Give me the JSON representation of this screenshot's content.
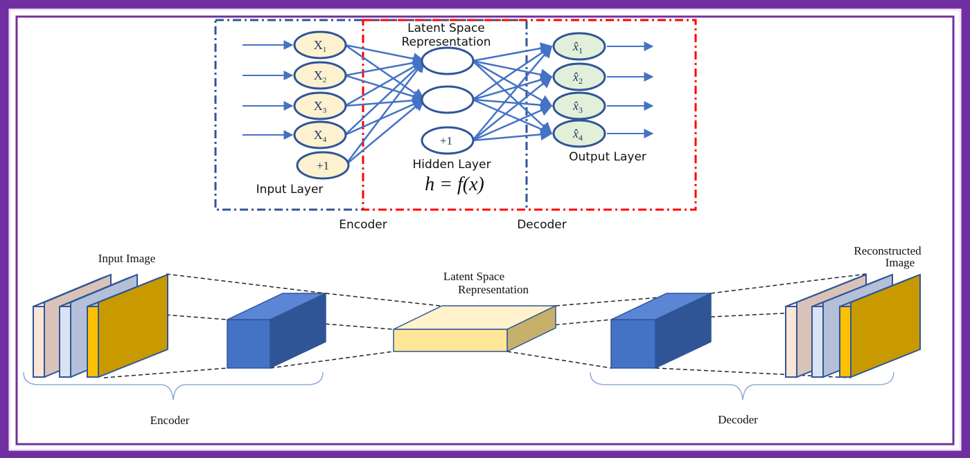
{
  "network": {
    "inputs": [
      "X",
      "X",
      "X",
      "X"
    ],
    "input_subs": [
      "1",
      "2",
      "3",
      "4"
    ],
    "bias_input": "+1",
    "bias_hidden": "+1",
    "outputs": [
      "x̂",
      "x̂",
      "x̂",
      "x̂"
    ],
    "output_subs": [
      "1",
      "2",
      "3",
      "4"
    ],
    "latent_line1": "Latent Space",
    "latent_line2": "Representation",
    "hidden_layer": "Hidden Layer",
    "hidden_formula": "h = f(x)",
    "input_layer": "Input Layer",
    "output_layer": "Output Layer",
    "encoder_label": "Encoder",
    "decoder_label": "Decoder"
  },
  "conv": {
    "input_image": "Input Image",
    "latent_line1": "Latent Space",
    "latent_line2": "Representation",
    "recon_line1": "Reconstructed",
    "recon_line2": "Image",
    "encoder_label": "Encoder",
    "decoder_label": "Decoder"
  },
  "colors": {
    "border": "#6f2fa0",
    "node_fill": "#fdf1cf",
    "node_stroke": "#2f5597",
    "out_node_fill": "#e2efd9",
    "arrow": "#4472c4",
    "encoder_box": "#2f5597",
    "decoder_box": "#ff0000",
    "block_front": "#4472c4",
    "block_side": "#2f5597",
    "latent_front": "#ffe699",
    "gold": "#c99a00"
  }
}
